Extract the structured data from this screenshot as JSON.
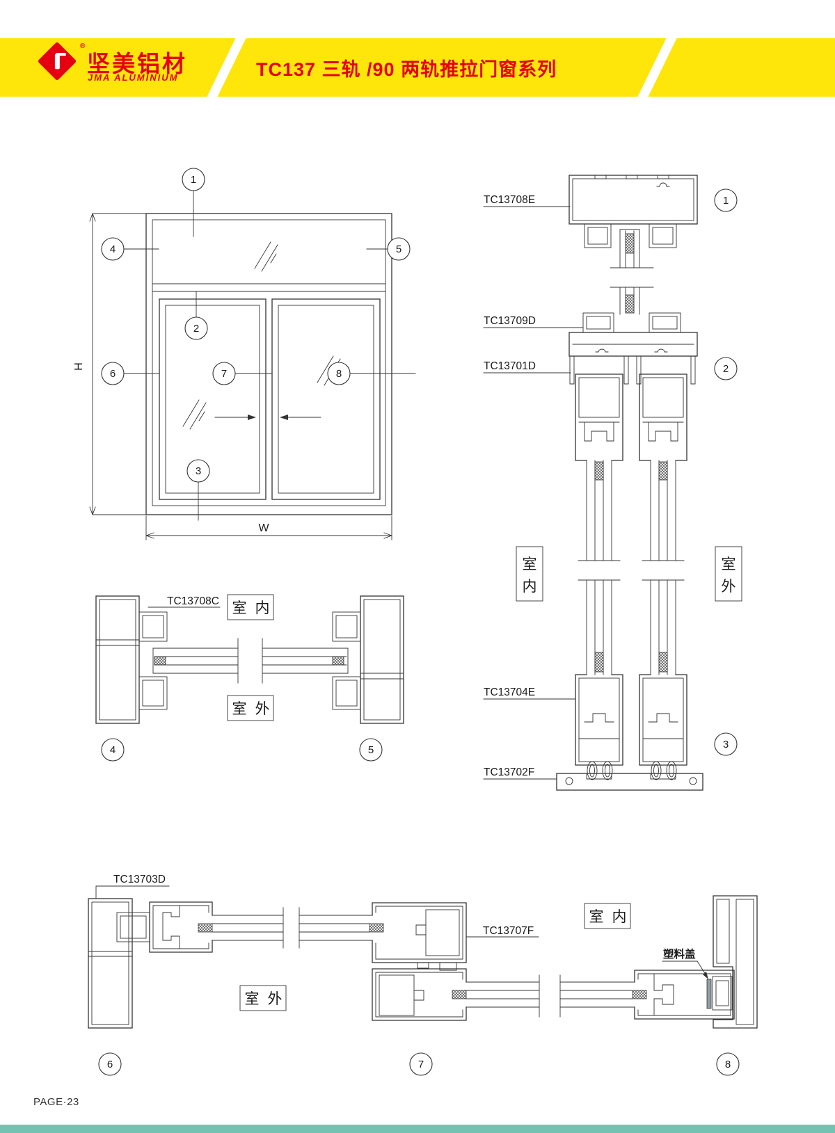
{
  "header": {
    "brand_cn": "坚美铝材",
    "brand_en": "JMA ALUMINIUM",
    "trademark": "®",
    "title": "TC137 三轨 /90 两轨推拉门窗系列",
    "band_color": "#FFE60A",
    "brand_red": "#E50012"
  },
  "callouts": [
    "1",
    "2",
    "3",
    "4",
    "5",
    "6",
    "7",
    "8"
  ],
  "dims": {
    "height": "H",
    "width": "W"
  },
  "part_labels": {
    "head_frame": "TC13708E",
    "transom_cover": "TC13709D",
    "top_track": "TC13701D",
    "bottom_rail": "TC13704E",
    "bottom_track": "TC13702F",
    "mid_jamb": "TC13708C",
    "side_frame": "TC13703D",
    "interlock_stile": "TC13707F",
    "plastic_cover": "塑料盖"
  },
  "room_labels": {
    "indoor_chars": [
      "室",
      "内"
    ],
    "outdoor_chars": [
      "室",
      "外"
    ]
  },
  "footer": {
    "page_number": "PAGE·23",
    "bar_color": "#74C3B2"
  }
}
